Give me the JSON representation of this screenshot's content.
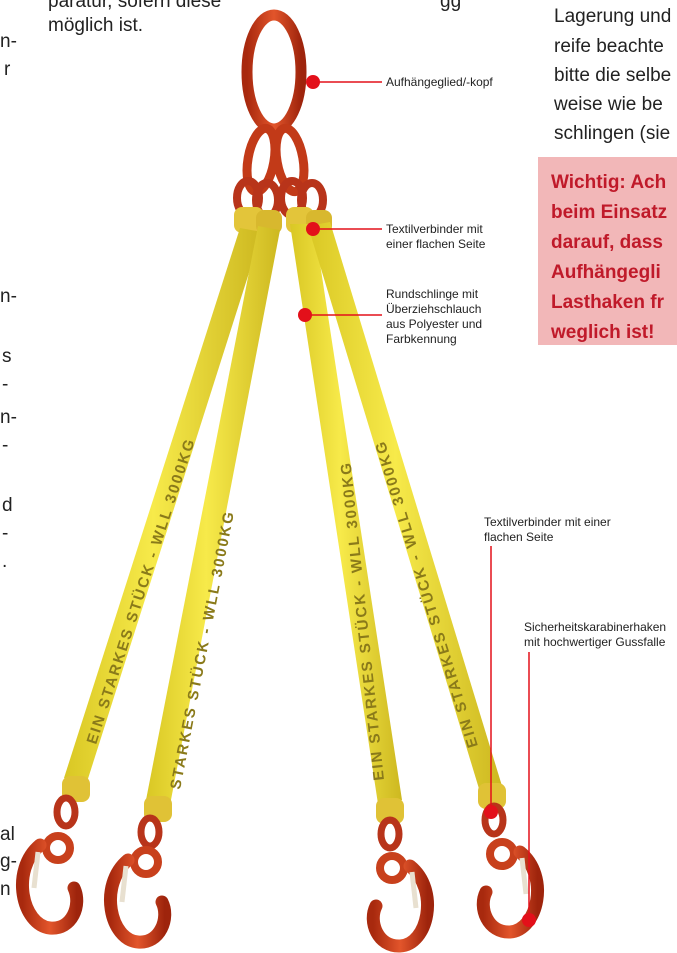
{
  "intro": {
    "line1": "paratur, sofern diese",
    "line2": "möglich ist.",
    "fragment_top": "gg"
  },
  "right_column": {
    "lines": [
      "Lagerung und",
      "reife beachte",
      "bitte die selbe",
      "weise wie be",
      "schlingen (sie"
    ]
  },
  "warning_box": {
    "lines": [
      "Wichtig: Ach",
      "beim Einsatz",
      "darauf, dass",
      "Aufhängegli",
      "Lasthaken fr",
      "weglich ist!"
    ],
    "background": "#f2b7b8",
    "text_color": "#c01a2a"
  },
  "left_fragments": [
    "n-",
    "r",
    "n-",
    "s",
    "-",
    "n-",
    "-",
    "d",
    "-",
    ".",
    "al",
    "g-",
    "n"
  ],
  "labels": {
    "master_link": "Aufhängeglied/-kopf",
    "connector_top": "Textilverbinder mit\neiner flachen Seite",
    "round_sling": "Rundschlinge mit\nÜberziehschlauch\naus Polyester und\nFarbkennung",
    "connector_bottom": "Textilverbinder mit einer\nflachen Seite",
    "safety_hook": "Sicherheitskarabinerhaken\nmit hochwertiger Gussfalle"
  },
  "sling_text": {
    "leg1": "EIN STARKES STÜCK - WLL 3000KG",
    "leg2": "STARKES STÜCK - WLL 3000KG",
    "leg3": "EIN STARKES STÜCK - WLL 3000KG",
    "leg4": "EIN STARKES STÜCK - WLL 3000KG"
  },
  "colors": {
    "sling_yellow": "#f2e23a",
    "sling_text": "#8a7a1a",
    "chain_red": "#d5421c",
    "marker_red": "#e3101a"
  }
}
